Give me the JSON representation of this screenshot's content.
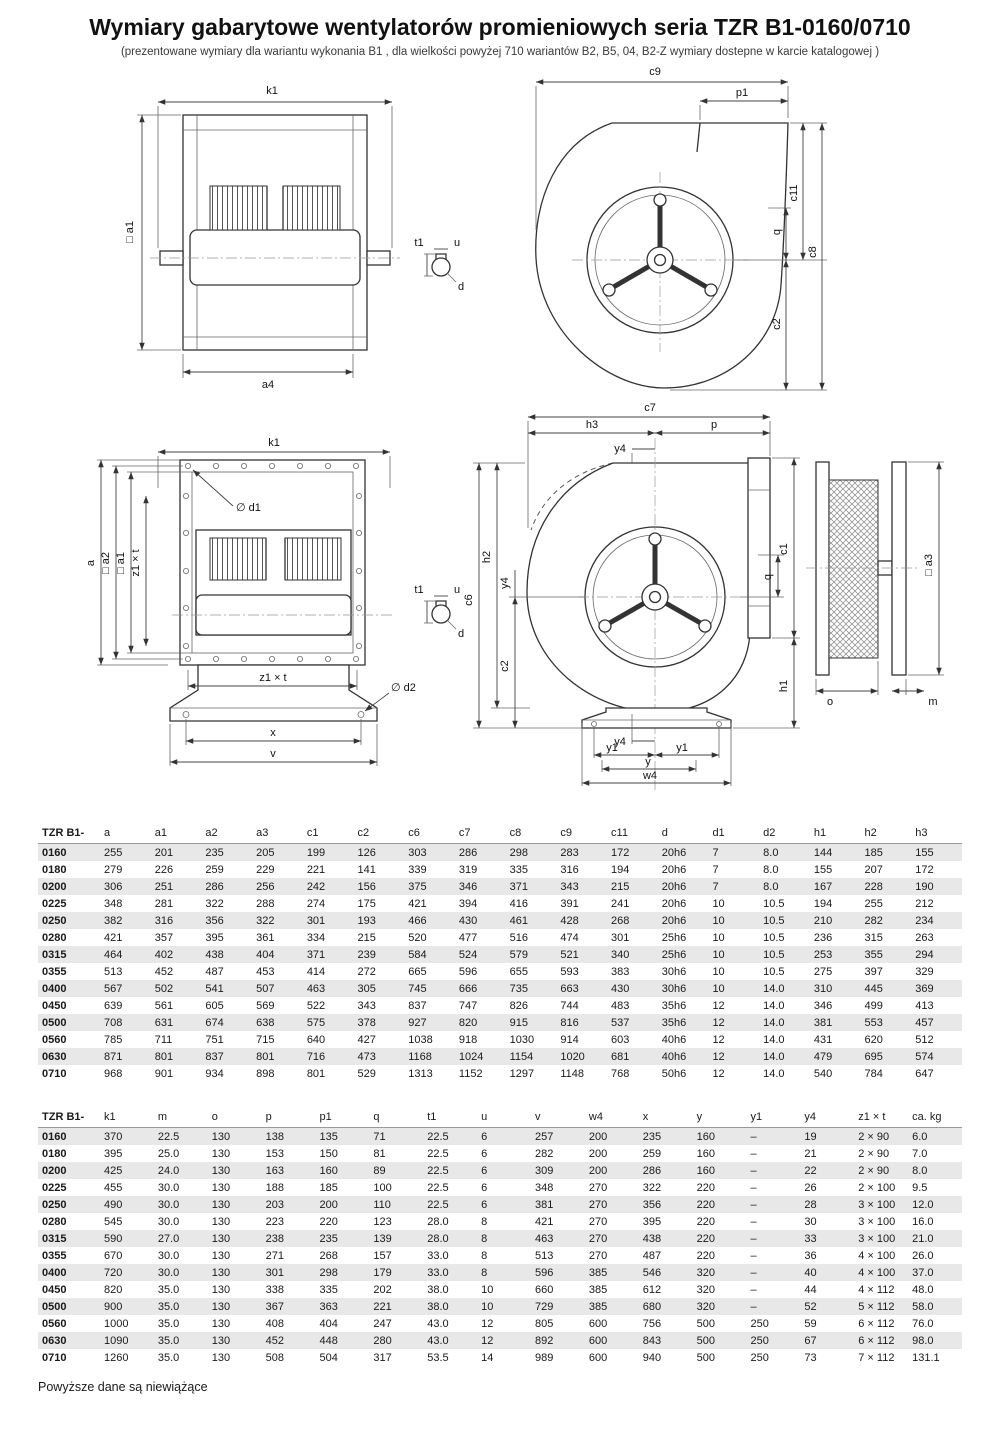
{
  "header": {
    "title": "Wymiary gabarytowe wentylatorów promieniowych seria TZR B1-0160/0710",
    "subtitle": "(prezentowane wymiary dla wariantu wykonania B1 , dla wielkości powyżej 710 wariantów B2, B5, 04, B2-Z wymiary dostepne w karcie katalogowej )"
  },
  "dim_labels": {
    "k1": "k1",
    "a1_sq": "□ a1",
    "a2_sq": "□ a2",
    "a3_sq": "□ a3",
    "a": "a",
    "a4": "a4",
    "t1": "t1",
    "u": "u",
    "d": "d",
    "c9": "c9",
    "p1": "p1",
    "c11": "c11",
    "q": "q",
    "c8": "c8",
    "c2": "c2",
    "d1": "∅ d1",
    "d2": "∅ d2",
    "z1t": "z1 × t",
    "x": "x",
    "v": "v",
    "c7": "c7",
    "h3": "h3",
    "y4": "y4",
    "p": "p",
    "h2": "h2",
    "c6": "c6",
    "c1": "c1",
    "h1": "h1",
    "y1": "y1",
    "y": "y",
    "w4": "w4",
    "o": "o",
    "m": "m"
  },
  "table1": {
    "columns": [
      "TZR B1-",
      "a",
      "a1",
      "a2",
      "a3",
      "c1",
      "c2",
      "c6",
      "c7",
      "c8",
      "c9",
      "c11",
      "d",
      "d1",
      "d2",
      "h1",
      "h2",
      "h3"
    ],
    "rows": [
      [
        "0160",
        "255",
        "201",
        "235",
        "205",
        "199",
        "126",
        "303",
        "286",
        "298",
        "283",
        "172",
        "20h6",
        "7",
        "8.0",
        "144",
        "185",
        "155"
      ],
      [
        "0180",
        "279",
        "226",
        "259",
        "229",
        "221",
        "141",
        "339",
        "319",
        "335",
        "316",
        "194",
        "20h6",
        "7",
        "8.0",
        "155",
        "207",
        "172"
      ],
      [
        "0200",
        "306",
        "251",
        "286",
        "256",
        "242",
        "156",
        "375",
        "346",
        "371",
        "343",
        "215",
        "20h6",
        "7",
        "8.0",
        "167",
        "228",
        "190"
      ],
      [
        "0225",
        "348",
        "281",
        "322",
        "288",
        "274",
        "175",
        "421",
        "394",
        "416",
        "391",
        "241",
        "20h6",
        "10",
        "10.5",
        "194",
        "255",
        "212"
      ],
      [
        "0250",
        "382",
        "316",
        "356",
        "322",
        "301",
        "193",
        "466",
        "430",
        "461",
        "428",
        "268",
        "20h6",
        "10",
        "10.5",
        "210",
        "282",
        "234"
      ],
      [
        "0280",
        "421",
        "357",
        "395",
        "361",
        "334",
        "215",
        "520",
        "477",
        "516",
        "474",
        "301",
        "25h6",
        "10",
        "10.5",
        "236",
        "315",
        "263"
      ],
      [
        "0315",
        "464",
        "402",
        "438",
        "404",
        "371",
        "239",
        "584",
        "524",
        "579",
        "521",
        "340",
        "25h6",
        "10",
        "10.5",
        "253",
        "355",
        "294"
      ],
      [
        "0355",
        "513",
        "452",
        "487",
        "453",
        "414",
        "272",
        "665",
        "596",
        "655",
        "593",
        "383",
        "30h6",
        "10",
        "10.5",
        "275",
        "397",
        "329"
      ],
      [
        "0400",
        "567",
        "502",
        "541",
        "507",
        "463",
        "305",
        "745",
        "666",
        "735",
        "663",
        "430",
        "30h6",
        "10",
        "14.0",
        "310",
        "445",
        "369"
      ],
      [
        "0450",
        "639",
        "561",
        "605",
        "569",
        "522",
        "343",
        "837",
        "747",
        "826",
        "744",
        "483",
        "35h6",
        "12",
        "14.0",
        "346",
        "499",
        "413"
      ],
      [
        "0500",
        "708",
        "631",
        "674",
        "638",
        "575",
        "378",
        "927",
        "820",
        "915",
        "816",
        "537",
        "35h6",
        "12",
        "14.0",
        "381",
        "553",
        "457"
      ],
      [
        "0560",
        "785",
        "711",
        "751",
        "715",
        "640",
        "427",
        "1038",
        "918",
        "1030",
        "914",
        "603",
        "40h6",
        "12",
        "14.0",
        "431",
        "620",
        "512"
      ],
      [
        "0630",
        "871",
        "801",
        "837",
        "801",
        "716",
        "473",
        "1168",
        "1024",
        "1154",
        "1020",
        "681",
        "40h6",
        "12",
        "14.0",
        "479",
        "695",
        "574"
      ],
      [
        "0710",
        "968",
        "901",
        "934",
        "898",
        "801",
        "529",
        "1313",
        "1152",
        "1297",
        "1148",
        "768",
        "50h6",
        "12",
        "14.0",
        "540",
        "784",
        "647"
      ]
    ]
  },
  "table2": {
    "columns": [
      "TZR B1-",
      "k1",
      "m",
      "o",
      "p",
      "p1",
      "q",
      "t1",
      "u",
      "v",
      "w4",
      "x",
      "y",
      "y1",
      "y4",
      "z1 × t",
      "ca. kg"
    ],
    "rows": [
      [
        "0160",
        "370",
        "22.5",
        "130",
        "138",
        "135",
        "71",
        "22.5",
        "6",
        "257",
        "200",
        "235",
        "160",
        "–",
        "19",
        "2 × 90",
        "6.0"
      ],
      [
        "0180",
        "395",
        "25.0",
        "130",
        "153",
        "150",
        "81",
        "22.5",
        "6",
        "282",
        "200",
        "259",
        "160",
        "–",
        "21",
        "2 × 90",
        "7.0"
      ],
      [
        "0200",
        "425",
        "24.0",
        "130",
        "163",
        "160",
        "89",
        "22.5",
        "6",
        "309",
        "200",
        "286",
        "160",
        "–",
        "22",
        "2 × 90",
        "8.0"
      ],
      [
        "0225",
        "455",
        "30.0",
        "130",
        "188",
        "185",
        "100",
        "22.5",
        "6",
        "348",
        "270",
        "322",
        "220",
        "–",
        "26",
        "2 × 100",
        "9.5"
      ],
      [
        "0250",
        "490",
        "30.0",
        "130",
        "203",
        "200",
        "110",
        "22.5",
        "6",
        "381",
        "270",
        "356",
        "220",
        "–",
        "28",
        "3 × 100",
        "12.0"
      ],
      [
        "0280",
        "545",
        "30.0",
        "130",
        "223",
        "220",
        "123",
        "28.0",
        "8",
        "421",
        "270",
        "395",
        "220",
        "–",
        "30",
        "3 × 100",
        "16.0"
      ],
      [
        "0315",
        "590",
        "27.0",
        "130",
        "238",
        "235",
        "139",
        "28.0",
        "8",
        "463",
        "270",
        "438",
        "220",
        "–",
        "33",
        "3 × 100",
        "21.0"
      ],
      [
        "0355",
        "670",
        "30.0",
        "130",
        "271",
        "268",
        "157",
        "33.0",
        "8",
        "513",
        "270",
        "487",
        "220",
        "–",
        "36",
        "4 × 100",
        "26.0"
      ],
      [
        "0400",
        "720",
        "30.0",
        "130",
        "301",
        "298",
        "179",
        "33.0",
        "8",
        "596",
        "385",
        "546",
        "320",
        "–",
        "40",
        "4 × 100",
        "37.0"
      ],
      [
        "0450",
        "820",
        "35.0",
        "130",
        "338",
        "335",
        "202",
        "38.0",
        "10",
        "660",
        "385",
        "612",
        "320",
        "–",
        "44",
        "4 × 112",
        "48.0"
      ],
      [
        "0500",
        "900",
        "35.0",
        "130",
        "367",
        "363",
        "221",
        "38.0",
        "10",
        "729",
        "385",
        "680",
        "320",
        "–",
        "52",
        "5 × 112",
        "58.0"
      ],
      [
        "0560",
        "1000",
        "35.0",
        "130",
        "408",
        "404",
        "247",
        "43.0",
        "12",
        "805",
        "600",
        "756",
        "500",
        "250",
        "59",
        "6 × 112",
        "76.0"
      ],
      [
        "0630",
        "1090",
        "35.0",
        "130",
        "452",
        "448",
        "280",
        "43.0",
        "12",
        "892",
        "600",
        "843",
        "500",
        "250",
        "67",
        "6 × 112",
        "98.0"
      ],
      [
        "0710",
        "1260",
        "35.0",
        "130",
        "508",
        "504",
        "317",
        "53.5",
        "14",
        "989",
        "600",
        "940",
        "500",
        "250",
        "73",
        "7 × 112",
        "131.1"
      ]
    ]
  },
  "footer": {
    "note": "Powyższe dane są niewiążące"
  }
}
